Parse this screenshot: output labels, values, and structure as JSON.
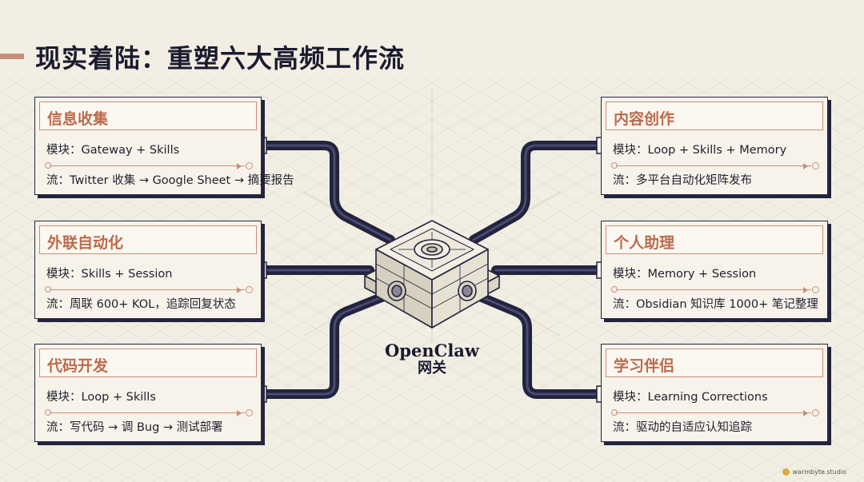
{
  "title": "现实着陆：重塑六大高频工作流",
  "hub": {
    "name": "OpenClaw",
    "subtitle": "网关"
  },
  "cards": [
    {
      "title": "信息收集",
      "module_label": "模块：",
      "module": "Gateway + Skills",
      "flow_label": "流：",
      "flow": "Twitter 收集 → Google Sheet → 摘要报告"
    },
    {
      "title": "外联自动化",
      "module_label": "模块：",
      "module": "Skills + Session",
      "flow_label": "流：",
      "flow": "周联 600+ KOL，追踪回复状态"
    },
    {
      "title": "代码开发",
      "module_label": "模块：",
      "module": "Loop + Skills",
      "flow_label": "流：",
      "flow": "写代码 → 调 Bug → 测试部署"
    },
    {
      "title": "内容创作",
      "module_label": "模块：",
      "module": "Loop + Skills + Memory",
      "flow_label": "流：",
      "flow": "多平台自动化矩阵发布"
    },
    {
      "title": "个人助理",
      "module_label": "模块：",
      "module": "Memory + Session",
      "flow_label": "流：",
      "flow": "Obsidian 知识库 1000+ 笔记整理"
    },
    {
      "title": "学习伴侣",
      "module_label": "模块：",
      "module": "Learning Corrections",
      "flow_label": "流：",
      "flow": "驱动的自适应认知追踪"
    }
  ],
  "watermark": "warmbyte.studio",
  "colors": {
    "accent": "#bc6a4d",
    "border_accent": "#c98f7a",
    "ink": "#24243d",
    "background": "#f2eee4"
  }
}
